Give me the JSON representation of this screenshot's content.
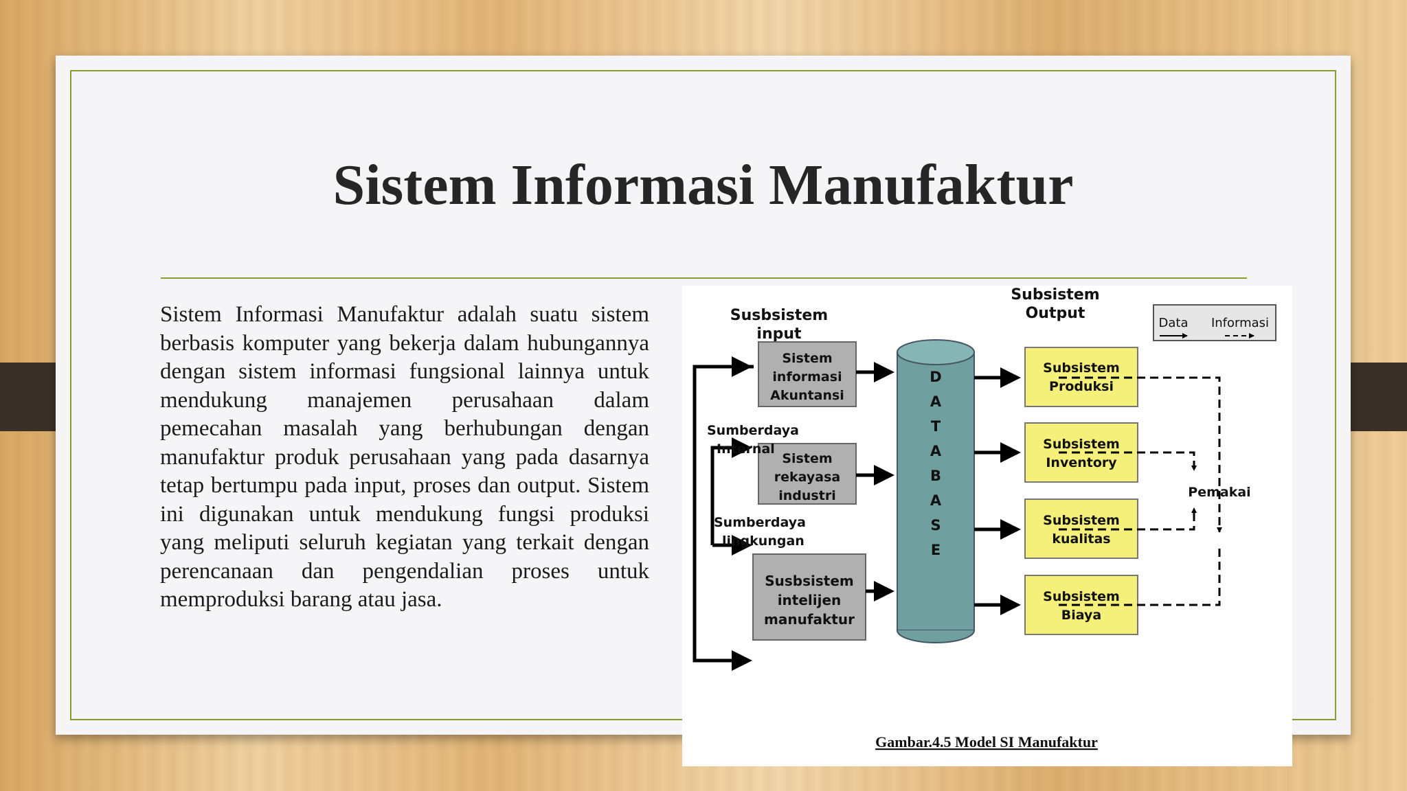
{
  "slide": {
    "title": "Sistem Informasi Manufaktur",
    "body": "Sistem Informasi Manufaktur  adalah  suatu sistem berbasis komputer yang bekerja dalam hubungannya dengan sistem informasi fungsional lainnya untuk mendukung manajemen perusahaan dalam pemecahan masalah yang berhubungan dengan manufaktur produk perusahaan yang pada dasarnya tetap bertumpu pada input, proses dan output. Sistem ini digunakan untuk mendukung fungsi produksi yang meliputi seluruh kegiatan yang terkait dengan perencanaan dan pengendalian proses untuk memproduksi barang atau jasa."
  },
  "diagram": {
    "input_header": [
      "Susbsistem",
      "input"
    ],
    "output_header": [
      "Subsistem",
      "Output"
    ],
    "legend": {
      "data": "Data",
      "info": "Informasi"
    },
    "internal_label": [
      "Sumberdaya",
      "Internal"
    ],
    "environment_label": [
      "Sumberdaya",
      "lingkungan"
    ],
    "input_boxes": [
      [
        "Sistem",
        "informasi",
        "Akuntansi"
      ],
      [
        "Sistem",
        "rekayasa",
        "industri"
      ],
      [
        "Susbsistem",
        "intelijen",
        "manufaktur"
      ]
    ],
    "database_letters": [
      "D",
      "A",
      "T",
      "A",
      "B",
      "A",
      "S",
      "E"
    ],
    "output_boxes": [
      [
        "Subsistem",
        "Produksi"
      ],
      [
        "Subsistem",
        "Inventory"
      ],
      [
        "Subsistem",
        "kualitas"
      ],
      [
        "Subsistem",
        "Biaya"
      ]
    ],
    "user_label": "Pemakai",
    "caption": "Gambar.4.5  Model SI Manufaktur",
    "colors": {
      "input_box": "#b0b0b0",
      "database": "#6f9f9f",
      "output_box": "#f5f07a"
    }
  }
}
